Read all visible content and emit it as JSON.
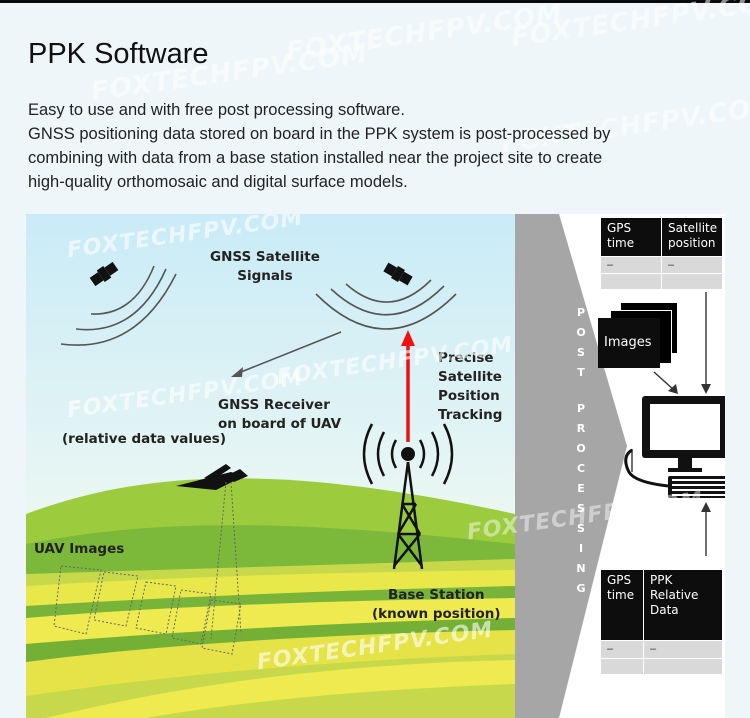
{
  "title": "PPK Software",
  "description": [
    "Easy to use and with free post processing software.",
    "GNSS positioning data stored on board in the PPK system is post-processed by",
    "combining with data from a base station installed near the project site to create",
    "high-quality orthomosaic and digital surface models."
  ],
  "watermark": "FOXTECHFPV.COM",
  "diagram": {
    "satellite_signals": [
      "GNSS Satellite",
      "Signals"
    ],
    "gnss_receiver": [
      "GNSS Receiver",
      "on board of UAV"
    ],
    "relative_values": "(relative data values)",
    "precise_tracking": [
      "Precise",
      "Satellite",
      "Position",
      "Tracking"
    ],
    "uav_images": "UAV Images",
    "base_station": [
      "Base Station",
      "(known position)"
    ],
    "post_processing": [
      "P",
      "O",
      "S",
      "T",
      "P",
      "R",
      "O",
      "C",
      "E",
      "S",
      "S",
      "I",
      "N",
      "G"
    ],
    "images_label": "Images",
    "top_table": {
      "col1": "GPS time",
      "col2": "Satellite position",
      "placeholder1": "–",
      "placeholder2": "–"
    },
    "bottom_table": {
      "col1": "GPS time",
      "col2": "PPK Relative Data",
      "placeholder1": "–",
      "placeholder2": "–"
    }
  },
  "colors": {
    "red_arrow": "#ee1111",
    "grass": "#8cc63f",
    "field_yellow": "#e9e84a",
    "band_gray": "#a6a6a6"
  }
}
